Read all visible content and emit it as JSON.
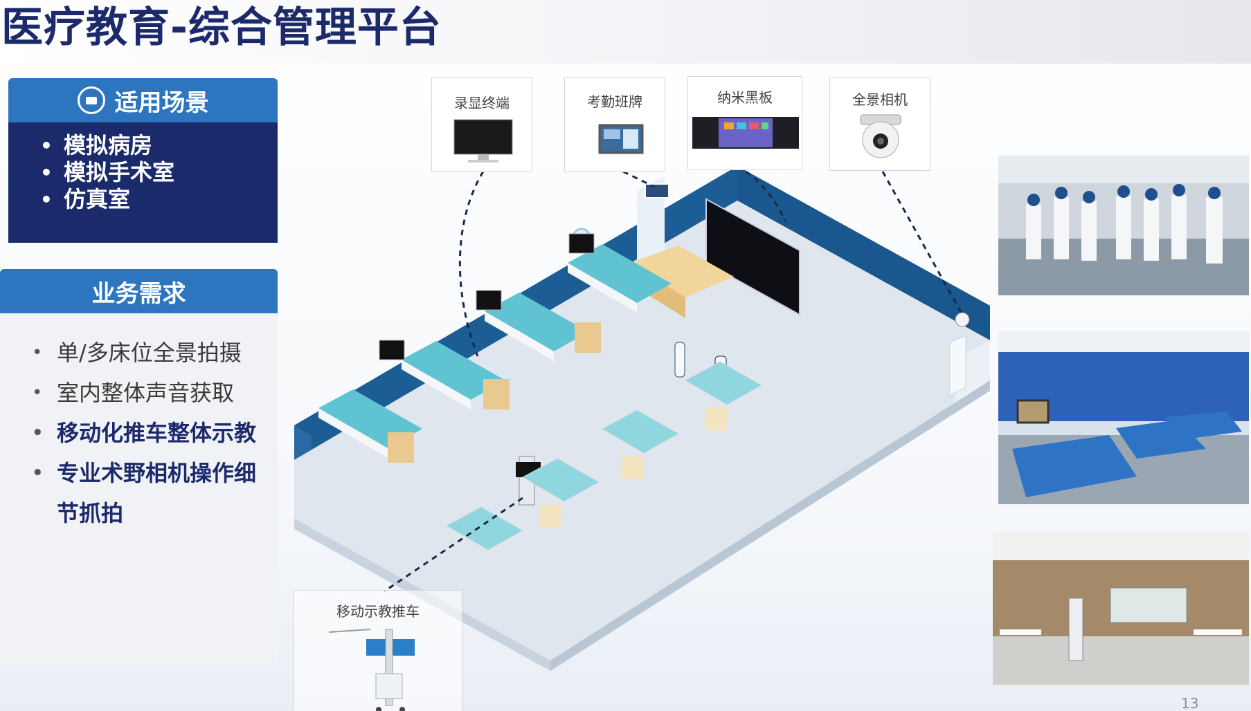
{
  "title": "医疗教育-综合管理平台",
  "scenario": {
    "heading": "适用场景",
    "items": [
      "模拟病房",
      "模拟手术室",
      "仿真室"
    ]
  },
  "needs": {
    "heading": "业务需求",
    "items": [
      "单/多床位全景拍摄",
      "室内整体声音获取",
      "移动化推车整体示教",
      "专业术野相机操作细节抓拍"
    ]
  },
  "devices": {
    "monitor": "录显终端",
    "attendance": "考勤班牌",
    "nano_board": "纳米黑板",
    "camera": "全景相机",
    "cart": "移动示教推车"
  },
  "page_number": "13",
  "colors": {
    "title": "#1c2a6b",
    "panel_head": "#2e75c0",
    "panel_body": "#1b2a6b",
    "wall": "#1c5d96"
  }
}
